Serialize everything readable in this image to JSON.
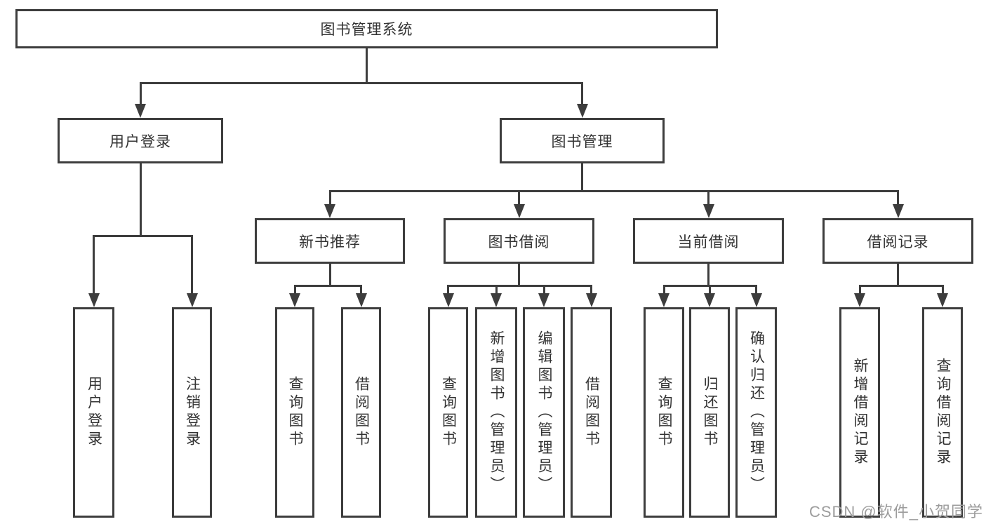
{
  "diagram": {
    "title": "图书管理系统",
    "watermark": "CSDN @软件_小贺同学",
    "colors": {
      "line": "#3d3d3d",
      "text": "#333333",
      "background": "#ffffff",
      "watermark": "#9c9c9c"
    },
    "tree": {
      "id": "root",
      "label": "图书管理系统",
      "children": [
        {
          "id": "user-login",
          "label": "用户登录",
          "children": [
            {
              "id": "login",
              "label": "用户登录"
            },
            {
              "id": "logout",
              "label": "注销登录"
            }
          ]
        },
        {
          "id": "book-mgmt",
          "label": "图书管理",
          "children": [
            {
              "id": "new-book-rec",
              "label": "新书推荐",
              "children": [
                {
                  "id": "nbr-query",
                  "label": "查询图书"
                },
                {
                  "id": "nbr-borrow",
                  "label": "借阅图书"
                }
              ]
            },
            {
              "id": "book-borrow",
              "label": "图书借阅",
              "children": [
                {
                  "id": "bb-query",
                  "label": "查询图书"
                },
                {
                  "id": "bb-add",
                  "label": "新增图书（管理员）"
                },
                {
                  "id": "bb-edit",
                  "label": "编辑图书（管理员）"
                },
                {
                  "id": "bb-borrow",
                  "label": "借阅图书"
                }
              ]
            },
            {
              "id": "current-borrow",
              "label": "当前借阅",
              "children": [
                {
                  "id": "cb-query",
                  "label": "查询图书"
                },
                {
                  "id": "cb-return",
                  "label": "归还图书"
                },
                {
                  "id": "cb-confirm",
                  "label": "确认归还（管理员）"
                }
              ]
            },
            {
              "id": "borrow-records",
              "label": "借阅记录",
              "children": [
                {
                  "id": "br-add",
                  "label": "新增借阅记录"
                },
                {
                  "id": "br-query",
                  "label": "查询借阅记录"
                }
              ]
            }
          ]
        }
      ]
    }
  }
}
